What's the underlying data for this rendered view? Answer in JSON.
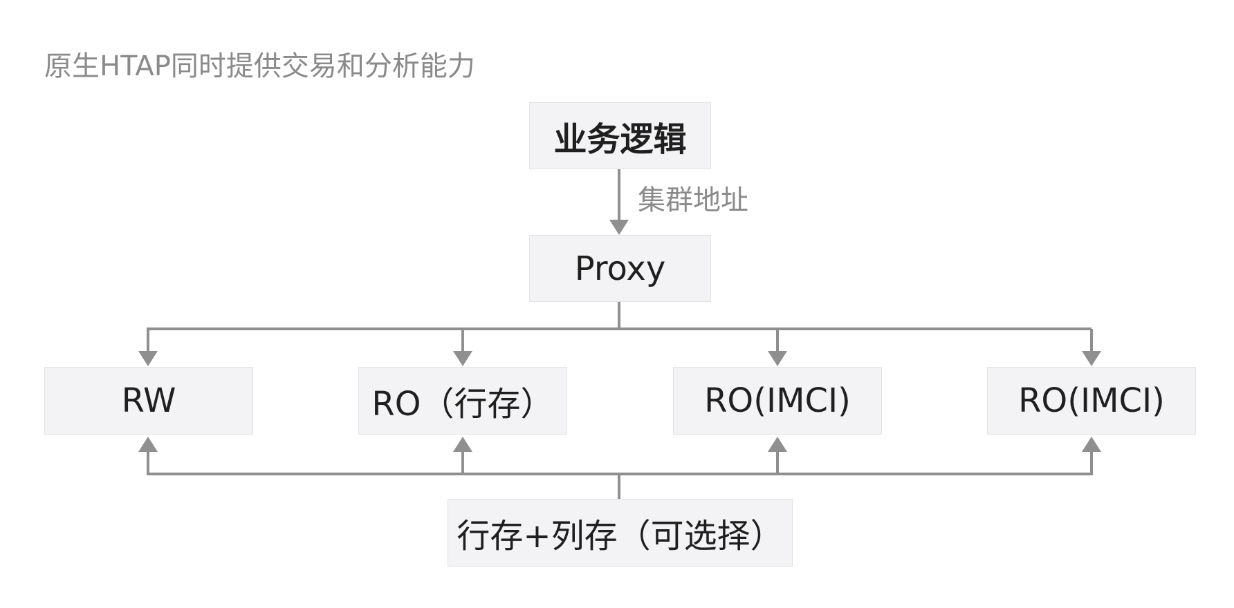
{
  "title": "原生HTAP同时提供交易和分析能力",
  "nodes": {
    "business_logic": "业务逻辑",
    "proxy": "Proxy",
    "rw": "RW",
    "ro_row": "RO（行存）",
    "ro_imci_1": "RO(IMCI)",
    "ro_imci_2": "RO(IMCI)",
    "storage": "行存+列存（可选择）"
  },
  "edge_label": "集群地址",
  "colors": {
    "node_fill": "#f3f3f5",
    "node_border": "#e2e2e5",
    "connector": "#8f8f8f",
    "muted_text": "#8a8a8a",
    "node_text": "#1f1f1f"
  }
}
